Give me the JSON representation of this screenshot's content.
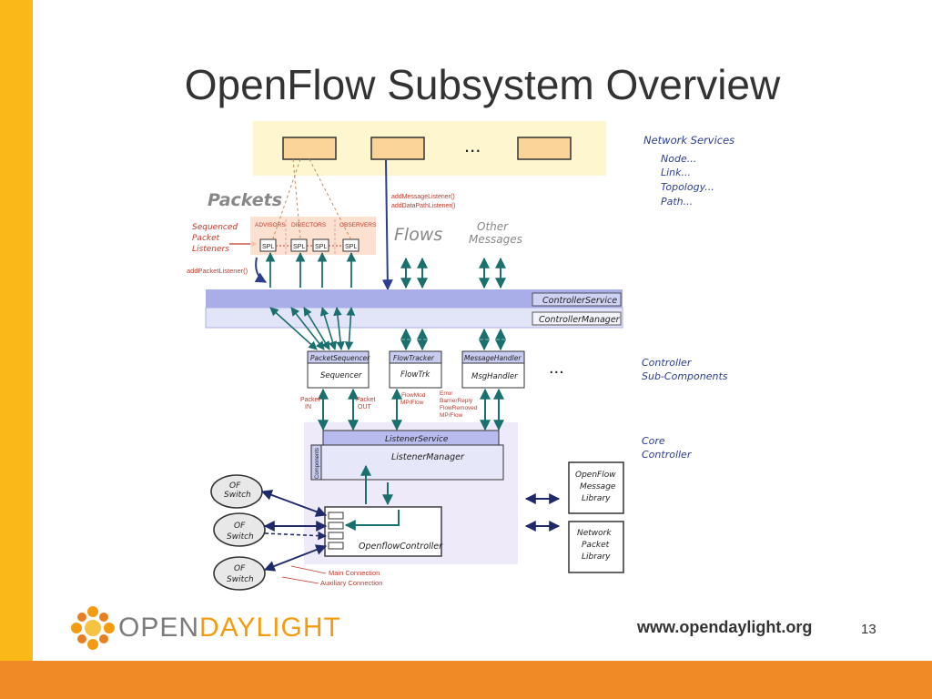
{
  "slide": {
    "title": "OpenFlow Subsystem Overview",
    "page_number": "13",
    "footer_url": "www.opendaylight.org",
    "logo": {
      "part1": "OPEN",
      "part2": "DAYLIGHT"
    },
    "colors": {
      "left_bar": "#fbb919",
      "bottom_bar": "#f08a24",
      "logo_orange": "#f39c12"
    }
  },
  "diagram": {
    "network_services": {
      "title": "Network Services",
      "items": [
        "Node...",
        "Link...",
        "Topology...",
        "Path..."
      ],
      "ellipsis": "..."
    },
    "packets_label": "Packets",
    "flows_label": "Flows",
    "other_messages": [
      "Other",
      "Messages"
    ],
    "sequenced_listeners": [
      "Sequenced",
      "Packet",
      "Listeners"
    ],
    "column_headers": [
      "ADVISORS",
      "DIRECTORS",
      "OBSERVERS"
    ],
    "spl": "SPL",
    "add_message_listener": "addMessageListener()",
    "add_datapath_listener": "addDataPathListener()",
    "add_packet_listener": "addPacketListener()",
    "controller_service": "ControllerService",
    "controller_manager": "ControllerManager",
    "controller_sub_components": [
      "Controller",
      "Sub-Components"
    ],
    "packet_sequencer": {
      "header": "PacketSequencer",
      "body": "Sequencer"
    },
    "flow_tracker": {
      "header": "FlowTracker",
      "body": "FlowTrk"
    },
    "message_handler": {
      "header": "MessageHandler",
      "body": "MsgHandler"
    },
    "packet_in": [
      "Packet",
      "IN"
    ],
    "packet_out": [
      "Packet",
      "OUT"
    ],
    "flowmod": [
      "FlowMod",
      "MP/Flow"
    ],
    "error_block": [
      "Error",
      "BarrierReply",
      "FlowRemoved",
      "MP/Flow"
    ],
    "core_controller": [
      "Core",
      "Controller"
    ],
    "listener_service": "ListenerService",
    "listener_manager": "ListenerManager",
    "side_label": "Components",
    "openflow_controller": "OpenflowController",
    "of_switch": [
      "OF",
      "Switch"
    ],
    "main_connection": "Main Connection",
    "auxiliary_connection": "Auxiliary Connection",
    "openflow_message_library": [
      "OpenFlow",
      "Message",
      "Library"
    ],
    "network_packet_library": [
      "Network",
      "Packet",
      "Library"
    ]
  }
}
